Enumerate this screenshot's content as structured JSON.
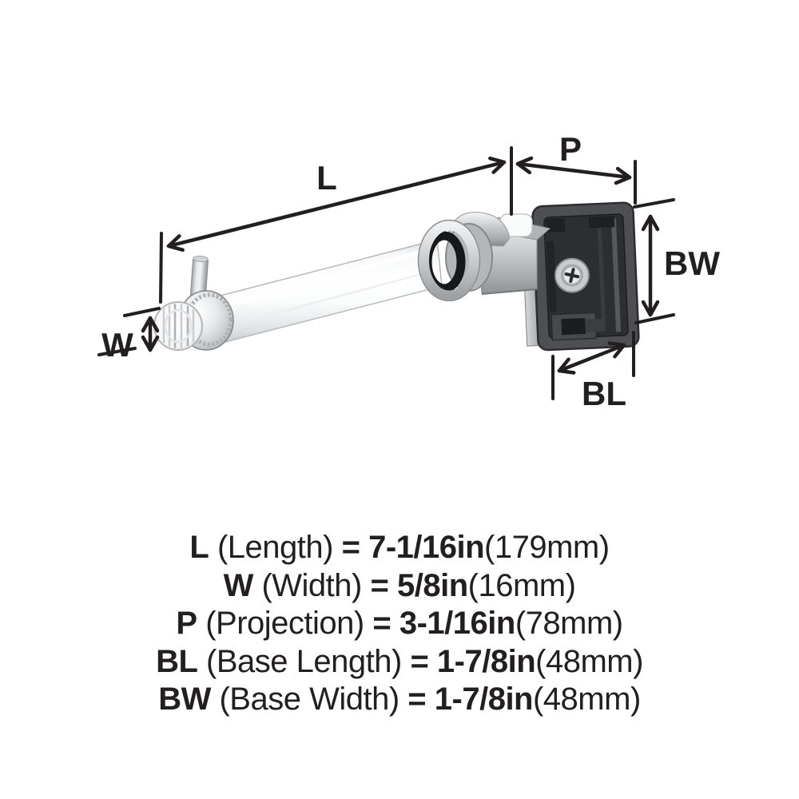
{
  "diagram": {
    "labels": {
      "length": "L",
      "projection": "P",
      "width": "W",
      "base_width": "BW",
      "base_length": "BL"
    }
  },
  "specs": {
    "rows": [
      {
        "label": "L",
        "name": "(Length)",
        "eq": "=",
        "value": "7-1/16in",
        "metric": "(179mm)"
      },
      {
        "label": "W",
        "name": "(Width)",
        "eq": "=",
        "value": "5/8in",
        "metric": "(16mm)"
      },
      {
        "label": "P",
        "name": "(Projection)",
        "eq": "=",
        "value": "3-1/16in",
        "metric": "(78mm)"
      },
      {
        "label": "BL",
        "name": "(Base Length)",
        "eq": "=",
        "value": "1-7/8in",
        "metric": "(48mm)"
      },
      {
        "label": "BW",
        "name": "(Base Width)",
        "eq": "=",
        "value": "1-7/8in",
        "metric": "(48mm)"
      }
    ]
  },
  "colors": {
    "background": "#ffffff",
    "line": "#231f20",
    "plate_frame": "#4e4f53",
    "plate_recess": "#2d2e31",
    "metal_bright": "#f2f3f4",
    "metal_mid": "#b9bcbe",
    "metal_shadow": "#86898c",
    "tube_white": "#ffffff"
  }
}
